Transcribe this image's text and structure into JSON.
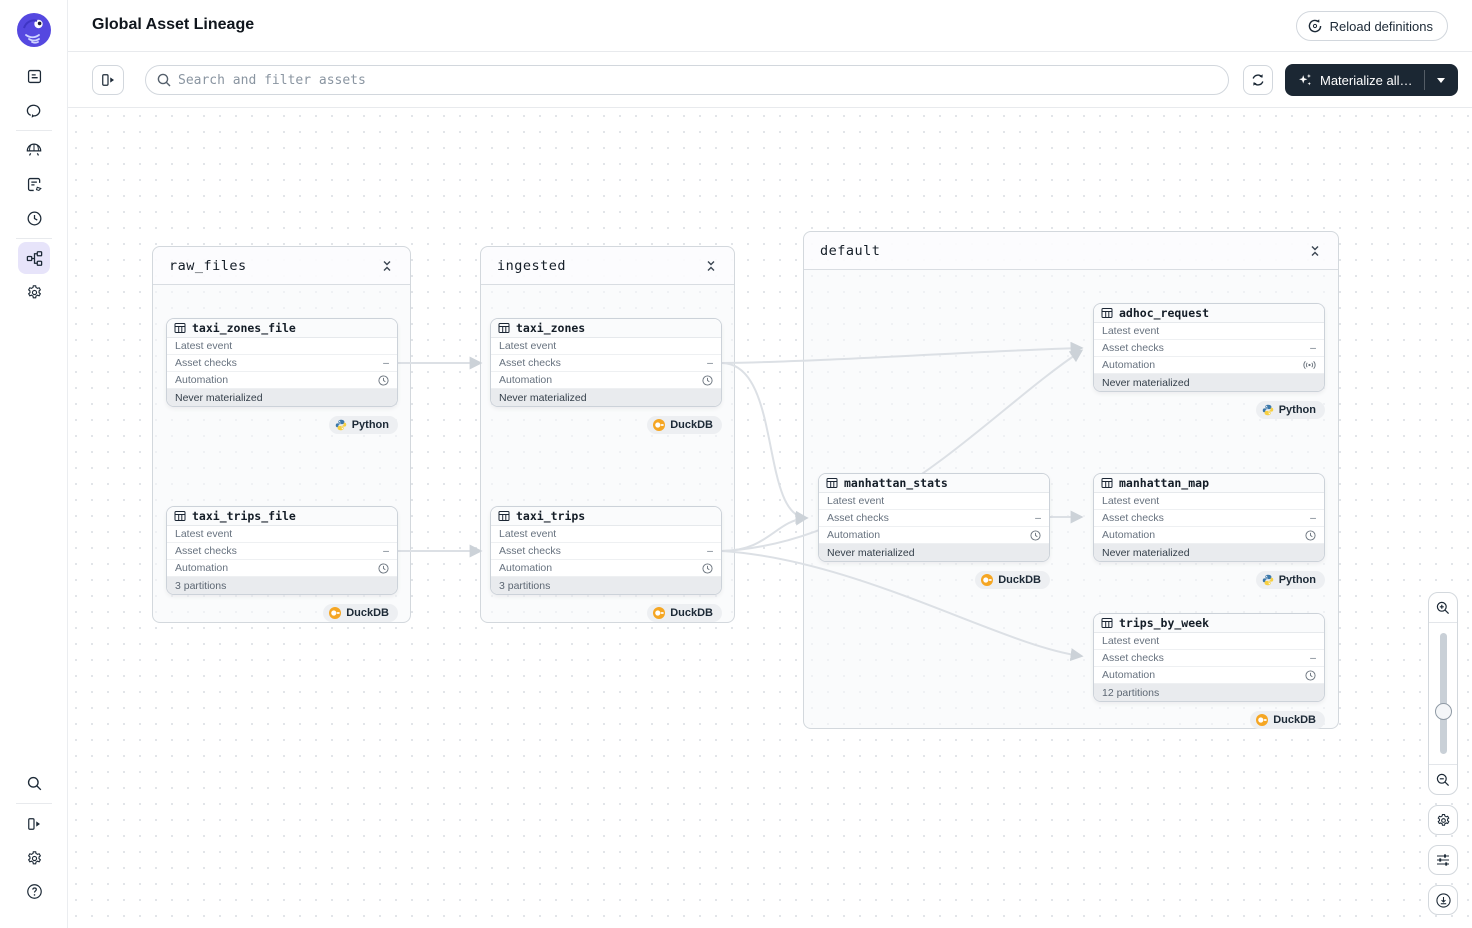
{
  "header": {
    "title": "Global Asset Lineage",
    "reload_label": "Reload definitions"
  },
  "toolbar": {
    "search_placeholder": "Search and filter assets",
    "materialize_label": "Materialize all…"
  },
  "labels": {
    "latest_event": "Latest event",
    "asset_checks": "Asset checks",
    "automation": "Automation",
    "dash": "–"
  },
  "groups": [
    {
      "name": "raw_files"
    },
    {
      "name": "ingested"
    },
    {
      "name": "default"
    }
  ],
  "assets": [
    {
      "name": "taxi_zones_file",
      "footer": "Never materialized",
      "badge": "Python",
      "automation": "clock"
    },
    {
      "name": "taxi_trips_file",
      "footer": "3 partitions",
      "badge": "DuckDB",
      "automation": "clock"
    },
    {
      "name": "taxi_zones",
      "footer": "Never materialized",
      "badge": "DuckDB",
      "automation": "clock"
    },
    {
      "name": "taxi_trips",
      "footer": "3 partitions",
      "badge": "DuckDB",
      "automation": "clock"
    },
    {
      "name": "adhoc_request",
      "footer": "Never materialized",
      "badge": "Python",
      "automation": "sensor"
    },
    {
      "name": "manhattan_stats",
      "footer": "Never materialized",
      "badge": "DuckDB",
      "automation": "clock"
    },
    {
      "name": "manhattan_map",
      "footer": "Never materialized",
      "badge": "Python",
      "automation": "clock"
    },
    {
      "name": "trips_by_week",
      "footer": "12 partitions",
      "badge": "DuckDB",
      "automation": "clock"
    }
  ],
  "colors": {
    "accent": "#5548e0",
    "materialize_bg": "#1b2733",
    "python_blue": "#3b77a9",
    "python_yellow": "#f7cf41",
    "duckdb_orange": "#f5a623",
    "edge": "#dce0e5"
  }
}
